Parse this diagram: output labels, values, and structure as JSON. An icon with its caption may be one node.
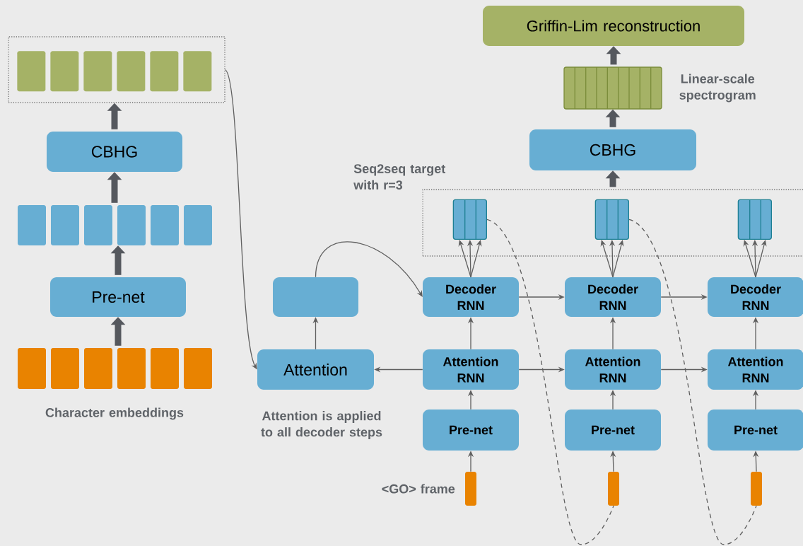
{
  "diagram": {
    "nodes": [
      {
        "text": [],
        "shape": "box"
      },
      {
        "text": [],
        "shape": "bar",
        "in": 0
      },
      {
        "text": [],
        "shape": "bar",
        "in": 0
      },
      {
        "text": [],
        "shape": "bar",
        "in": 0
      },
      {
        "text": [],
        "shape": "bar",
        "in": 0
      },
      {
        "text": [],
        "shape": "bar",
        "in": 0
      },
      {
        "text": [],
        "shape": "bar",
        "in": 0
      },
      {
        "text": [
          "CBHG"
        ]
      },
      {
        "text": [],
        "shape": "bar"
      },
      {
        "text": [],
        "shape": "bar"
      },
      {
        "text": [],
        "shape": "bar"
      },
      {
        "text": [],
        "shape": "bar"
      },
      {
        "text": [],
        "shape": "bar"
      },
      {
        "text": [],
        "shape": "bar"
      },
      {
        "text": [
          "Pre-net"
        ]
      },
      {
        "text": [],
        "shape": "bar"
      },
      {
        "text": [],
        "shape": "bar"
      },
      {
        "text": [],
        "shape": "bar"
      },
      {
        "text": [],
        "shape": "bar"
      },
      {
        "text": [],
        "shape": "bar"
      },
      {
        "text": [],
        "shape": "bar"
      },
      {
        "text": [
          "Griffin-Lim reconstruction"
        ]
      },
      {
        "text": [],
        "shape": "bar",
        "beside": [
          "Linear-scale spectrogram"
        ]
      },
      {
        "text": [
          "CBHG"
        ]
      },
      {
        "text": [
          "Seq2seq target with r=3"
        ]
      },
      {
        "text": [],
        "shape": "bar",
        "in": 24
      },
      {
        "text": [],
        "shape": "bar",
        "in": 24
      },
      {
        "text": [],
        "shape": "bar",
        "in": 24
      },
      {
        "text": [],
        "shape": "box"
      },
      {
        "text": [
          "Attention"
        ]
      },
      {
        "text": [
          "Decoder RNN"
        ]
      },
      {
        "text": [
          "Decoder RNN"
        ]
      },
      {
        "text": [
          "Decoder RNN"
        ]
      },
      {
        "text": [
          "Attention RNN"
        ]
      },
      {
        "text": [
          "Attention RNN"
        ]
      },
      {
        "text": [
          "Attention RNN"
        ]
      },
      {
        "text": [
          "Pre-net"
        ]
      },
      {
        "text": [
          "Pre-net"
        ]
      },
      {
        "text": [
          "Pre-net"
        ]
      },
      {
        "text": [],
        "shape": "bar",
        "beside": [
          "<GO> frame"
        ]
      },
      {
        "text": [],
        "shape": "bar"
      },
      {
        "text": [],
        "shape": "bar"
      }
    ],
    "edges": [
      {
        "from": 18,
        "to": 14,
        "arrow": "to",
        "style": "thick"
      },
      {
        "from": 14,
        "to": 11,
        "arrow": "to",
        "style": "thick"
      },
      {
        "from": 11,
        "to": 7,
        "arrow": "to",
        "style": "thick"
      },
      {
        "from": 7,
        "to": 0,
        "arrow": "to",
        "style": "thick"
      },
      {
        "from": 0,
        "to": 29,
        "arrow": "to"
      },
      {
        "from": 29,
        "to": 28,
        "arrow": "to"
      },
      {
        "from": 28,
        "to": 30,
        "arrow": "to"
      },
      {
        "from": 33,
        "to": 29,
        "arrow": "to"
      },
      {
        "from": 33,
        "to": 34,
        "arrow": "to"
      },
      {
        "from": 34,
        "to": 35,
        "arrow": "to"
      },
      {
        "from": 30,
        "to": 31,
        "arrow": "to"
      },
      {
        "from": 31,
        "to": 32,
        "arrow": "to"
      },
      {
        "from": 33,
        "to": 30,
        "arrow": "to"
      },
      {
        "from": 34,
        "to": 31,
        "arrow": "to"
      },
      {
        "from": 35,
        "to": 32,
        "arrow": "to"
      },
      {
        "from": 36,
        "to": 33,
        "arrow": "to"
      },
      {
        "from": 37,
        "to": 34,
        "arrow": "to"
      },
      {
        "from": 38,
        "to": 35,
        "arrow": "to"
      },
      {
        "from": 39,
        "to": 36,
        "arrow": "to"
      },
      {
        "from": 40,
        "to": 37,
        "arrow": "to"
      },
      {
        "from": 41,
        "to": 38,
        "arrow": "to"
      },
      {
        "from": 30,
        "to": 25,
        "arrow": "to"
      },
      {
        "from": 30,
        "to": 25,
        "arrow": "to"
      },
      {
        "from": 30,
        "to": 25,
        "arrow": "to"
      },
      {
        "from": 31,
        "to": 26,
        "arrow": "to"
      },
      {
        "from": 31,
        "to": 26,
        "arrow": "to"
      },
      {
        "from": 31,
        "to": 26,
        "arrow": "to"
      },
      {
        "from": 32,
        "to": 27,
        "arrow": "to"
      },
      {
        "from": 32,
        "to": 27,
        "arrow": "to"
      },
      {
        "from": 32,
        "to": 27,
        "arrow": "to"
      },
      {
        "from": 25,
        "to": 40,
        "arrow": "none",
        "style": "dashed"
      },
      {
        "from": 26,
        "to": 41,
        "arrow": "none",
        "style": "dashed"
      },
      {
        "from": 24,
        "to": 23,
        "arrow": "to",
        "style": "thick"
      },
      {
        "from": 23,
        "to": 22,
        "arrow": "to",
        "style": "thick"
      },
      {
        "from": 22,
        "to": 21,
        "arrow": "to",
        "style": "thick"
      }
    ],
    "labels": [
      "Character embeddings",
      "Attention is applied to all decoder steps"
    ]
  }
}
